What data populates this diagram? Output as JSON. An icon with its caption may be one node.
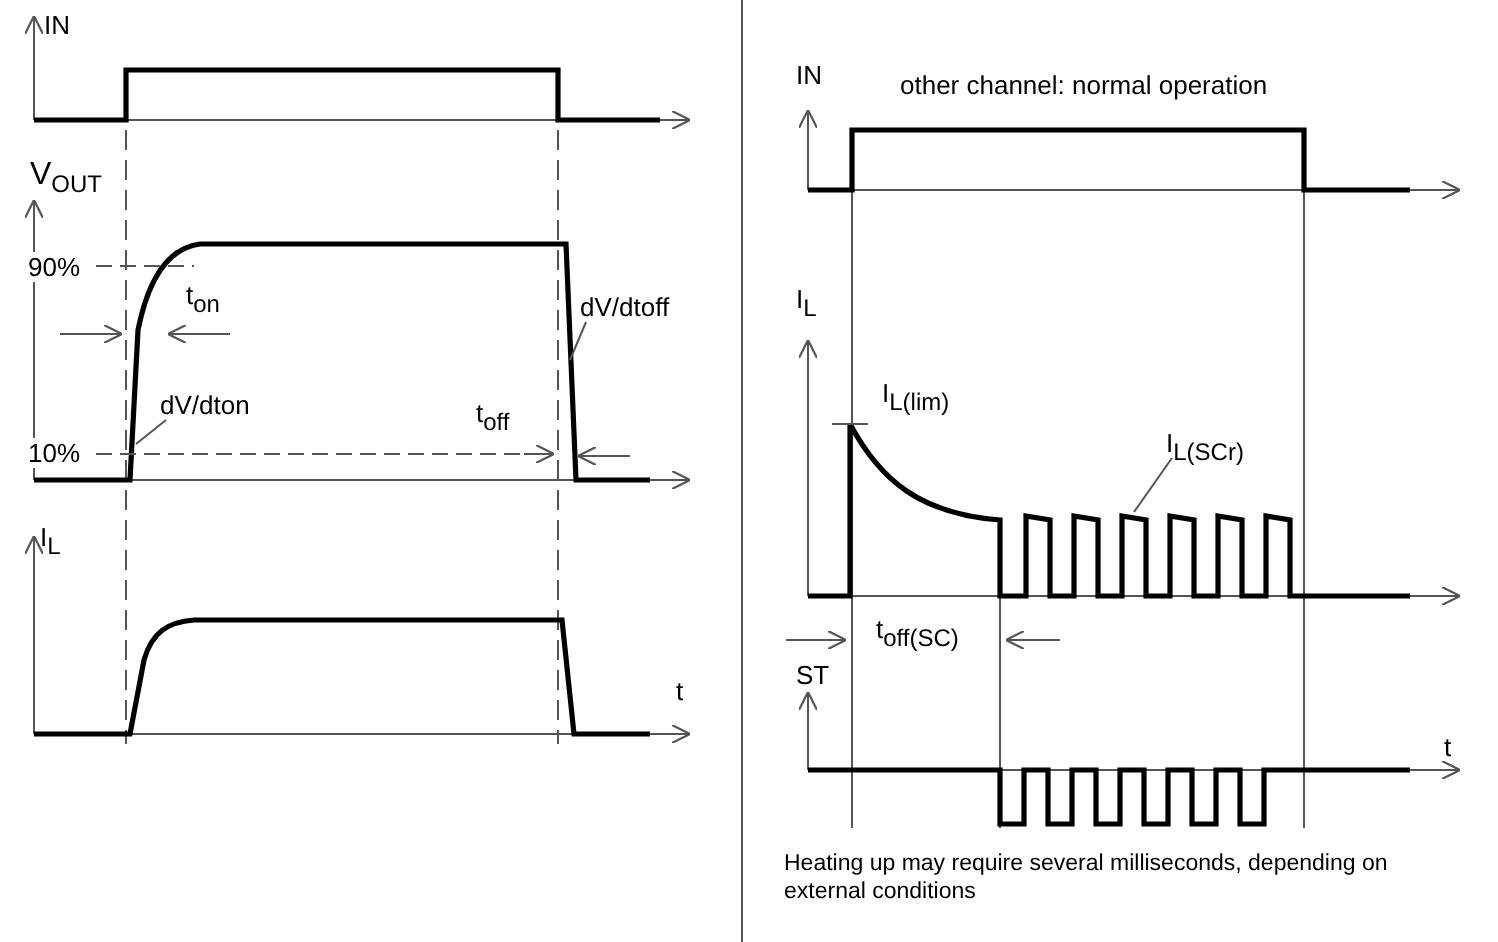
{
  "diagram": {
    "nodes": [
      {
        "text": [
          "dV/dtoff"
        ]
      },
      {
        "text": [
          "dV/dton"
        ]
      },
      {
        "text": [
          "I$_{L(SCr)}$"
        ]
      }
    ],
    "edges": [
      {
        "from": 0,
        "to": null,
        "arrow": "none"
      },
      {
        "from": 1,
        "to": null,
        "arrow": "none"
      },
      {
        "from": 2,
        "to": null,
        "arrow": "none"
      }
    ],
    "labels": [
      "IN",
      "V$_{OUT}$",
      "90%",
      "t$_{on}$",
      "t$_{off}$",
      "10%",
      "I$_{L}$",
      "t",
      "IN",
      "other channel: normal operation",
      "I$_{L}$",
      "I$_{L(lim)}$",
      "t$_{off(SC)}$",
      "ST",
      "t",
      "Heating up may require several milliseconds, depending on external conditions"
    ]
  }
}
